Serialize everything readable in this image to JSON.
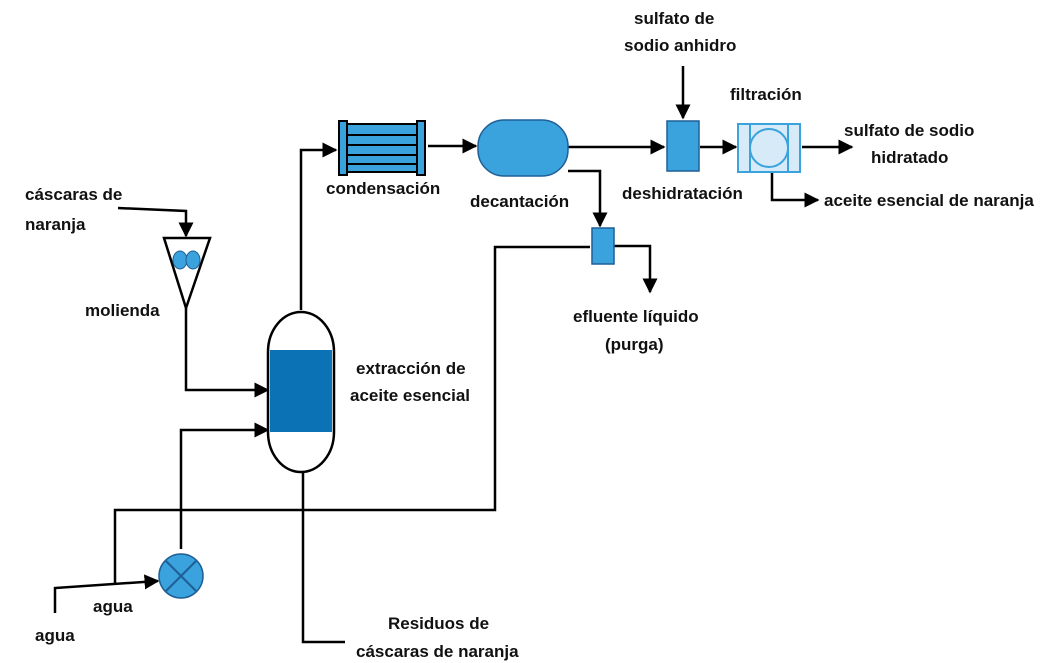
{
  "colors": {
    "equipment_fill": "#3aa2dc",
    "dark_fill": "#0b73b5",
    "light_fill": "#d6ebf7",
    "outline": "#1f5f96",
    "line": "#000000"
  },
  "equipment": {
    "molienda_icon": "funnel-mill",
    "extraction_icon": "vertical-vessel",
    "condenser_icon": "shell-tube-heat-exchanger",
    "decanter_icon": "horizontal-tank",
    "dehydration_icon": "rectangular-unit",
    "filter_icon": "filter-unit",
    "valve_icon": "valve-circle-x",
    "purge_icon": "small-vessel"
  },
  "labels": {
    "cascaras_line1": "cáscaras de",
    "cascaras_line2": "naranja",
    "molienda": "molienda",
    "extraccion_line1": "extracción de",
    "extraccion_line2": "aceite esencial",
    "condensacion": "condensación",
    "decantacion": "decantación",
    "sulfato_anhidro_line1": "sulfato de",
    "sulfato_anhidro_line2": "sodio anhidro",
    "filtracion": "filtración",
    "deshidratacion": "deshidratación",
    "sulfato_hidratado_line1": "sulfato de sodio",
    "sulfato_hidratado_line2": "hidratado",
    "aceite_naranja": "aceite esencial de naranja",
    "efluente_line1": "efluente líquido",
    "efluente_line2": "(purga)",
    "residuos_line1": "Residuos de",
    "residuos_line2": "cáscaras de naranja",
    "agua_upper": "agua",
    "agua_lower": "agua"
  }
}
